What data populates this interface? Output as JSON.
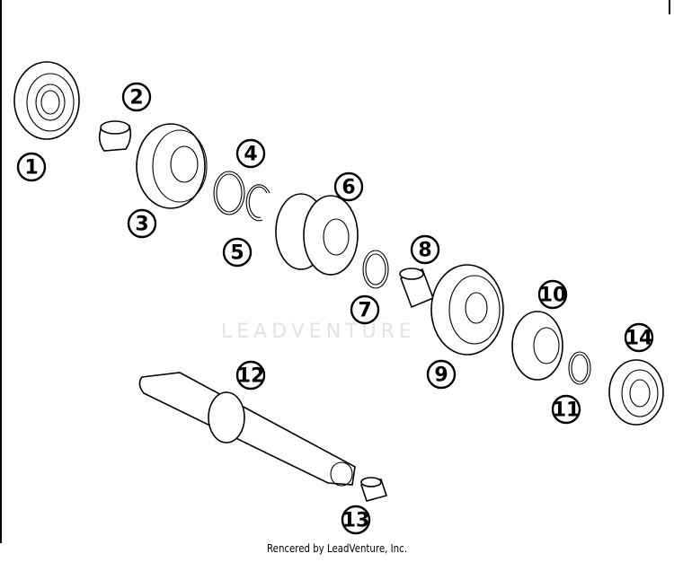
{
  "diagram": {
    "parts": [
      {
        "number": "1",
        "icon": "roller-bearing-icon"
      },
      {
        "number": "2",
        "icon": "bushing-icon"
      },
      {
        "number": "3",
        "icon": "gear-icon"
      },
      {
        "number": "4",
        "icon": "ring-icon"
      },
      {
        "number": "5",
        "icon": "circlip-icon"
      },
      {
        "number": "6",
        "icon": "double-gear-icon"
      },
      {
        "number": "7",
        "icon": "thrust-washer-icon"
      },
      {
        "number": "8",
        "icon": "needle-bearing-icon"
      },
      {
        "number": "9",
        "icon": "gear-icon"
      },
      {
        "number": "10",
        "icon": "gear-icon"
      },
      {
        "number": "11",
        "icon": "ring-icon"
      },
      {
        "number": "12",
        "icon": "splined-shaft-icon"
      },
      {
        "number": "13",
        "icon": "bushing-icon"
      },
      {
        "number": "14",
        "icon": "roller-bearing-icon"
      }
    ]
  },
  "watermark": "LEADVENTURE",
  "credit": "Rencered by LeadVenture, Inc."
}
